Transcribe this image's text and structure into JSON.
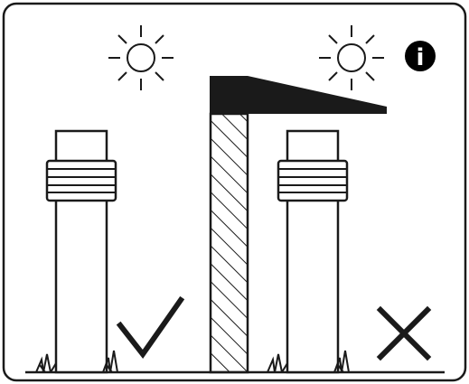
{
  "diagram": {
    "info_badge": {
      "glyph": "i",
      "color": "#000000"
    },
    "correct_mark": {
      "meaning": "allowed",
      "icon": "check-icon"
    },
    "wrong_mark": {
      "meaning": "not-allowed",
      "icon": "cross-icon"
    },
    "colors": {
      "stroke": "#1a1a1a",
      "fill": "#ffffff",
      "roof": "#1a1a1a"
    }
  }
}
